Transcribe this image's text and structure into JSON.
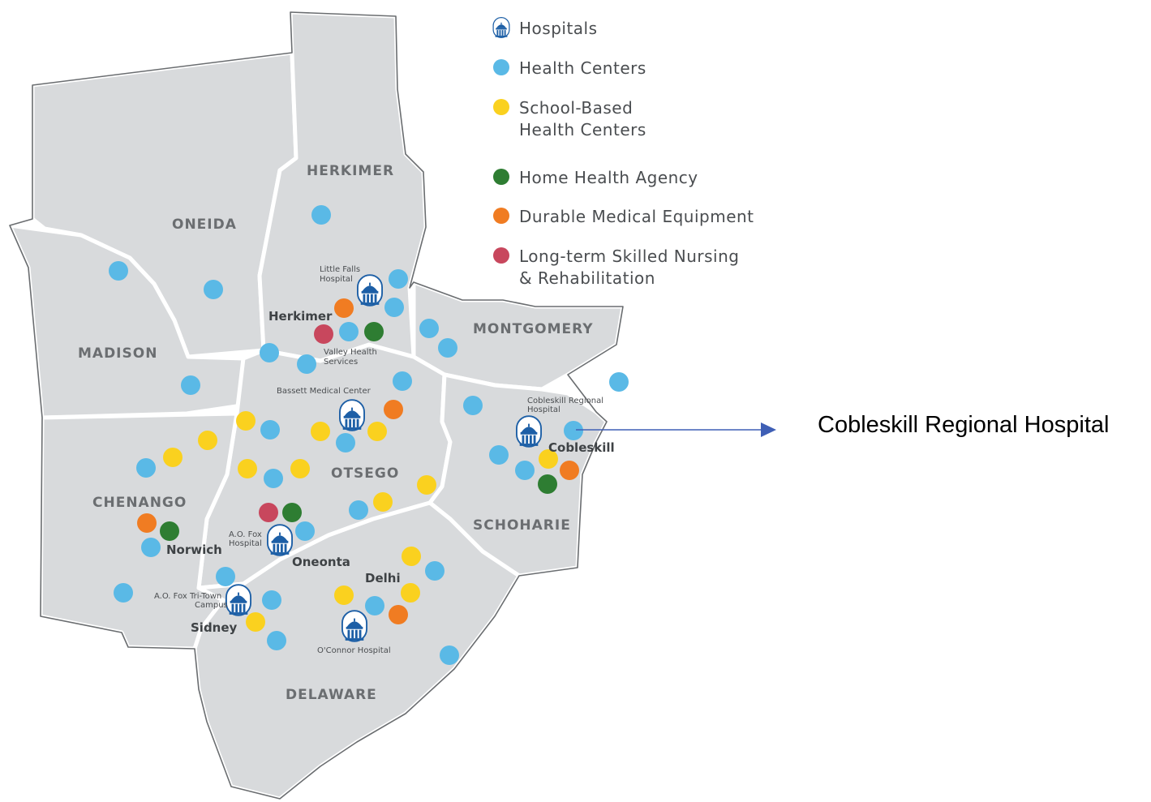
{
  "colors": {
    "hospital": "#1d5fa6",
    "health_center": "#5ab9e6",
    "school_based": "#fad11f",
    "home_health": "#2e7d32",
    "dme": "#f07c22",
    "nursing": "#c8475d",
    "arrow": "#3f5fb5"
  },
  "legend": {
    "hospitals": "Hospitals",
    "health_centers": "Health Centers",
    "school_based_1": "School-Based",
    "school_based_2": "Health Centers",
    "home_health": "Home Health Agency",
    "dme": "Durable Medical Equipment",
    "nursing_1": "Long-term Skilled Nursing",
    "nursing_2": "& Rehabilitation"
  },
  "counties": {
    "herkimer": "HERKIMER",
    "oneida": "ONEIDA",
    "madison": "MADISON",
    "montgomery": "MONTGOMERY",
    "otsego": "OTSEGO",
    "chenango": "CHENANGO",
    "schoharie": "SCHOHARIE",
    "delaware": "DELAWARE"
  },
  "towns": {
    "herkimer": "Herkimer",
    "cobleskill": "Cobleskill",
    "norwich": "Norwich",
    "oneonta": "Oneonta",
    "delhi": "Delhi",
    "sidney": "Sidney"
  },
  "hospitals": {
    "little_falls_1": "Little Falls",
    "little_falls_2": "Hospital",
    "valley_1": "Valley Health",
    "valley_2": "Services",
    "bassett": "Bassett Medical Center",
    "cobleskill_1": "Cobleskill Regional",
    "cobleskill_2": "Hospital",
    "aofox_1": "A.O. Fox",
    "aofox_2": "Hospital",
    "tritown_1": "A.O. Fox Tri-Town",
    "tritown_2": "Campus",
    "oconnor": "O'Connor Hospital"
  },
  "callout": "Cobleskill Regional Hospital"
}
